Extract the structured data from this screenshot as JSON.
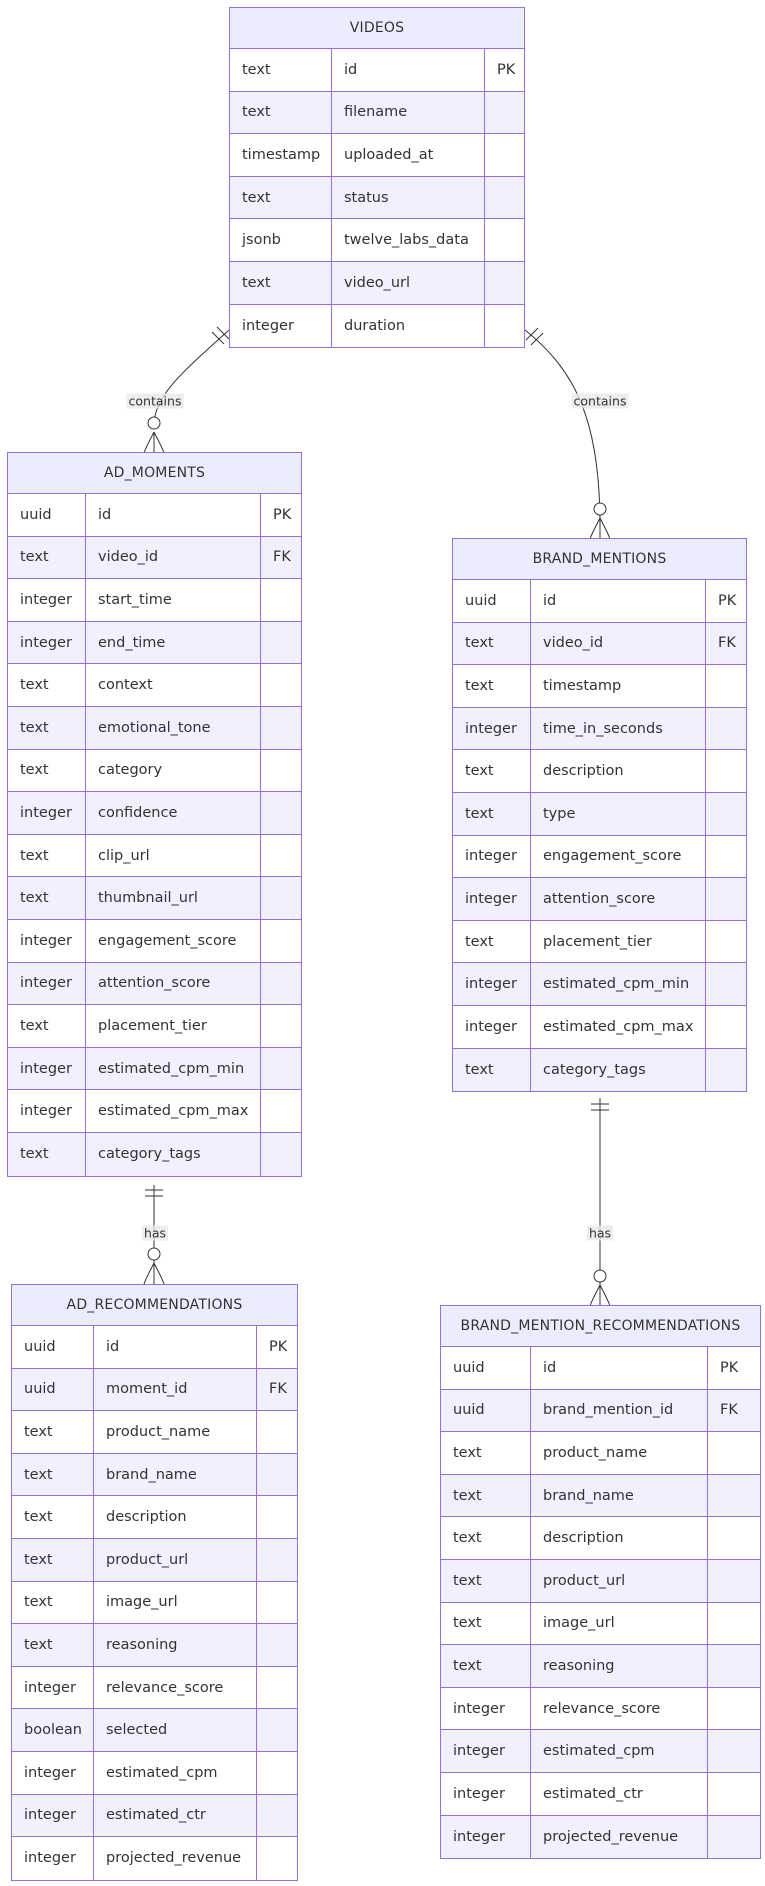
{
  "entities": [
    {
      "name": "VIDEOS",
      "attributes": [
        {
          "type": "text",
          "name": "id",
          "key": "PK"
        },
        {
          "type": "text",
          "name": "filename",
          "key": ""
        },
        {
          "type": "timestamp",
          "name": "uploaded_at",
          "key": ""
        },
        {
          "type": "text",
          "name": "status",
          "key": ""
        },
        {
          "type": "jsonb",
          "name": "twelve_labs_data",
          "key": ""
        },
        {
          "type": "text",
          "name": "video_url",
          "key": ""
        },
        {
          "type": "integer",
          "name": "duration",
          "key": ""
        }
      ]
    },
    {
      "name": "AD_MOMENTS",
      "attributes": [
        {
          "type": "uuid",
          "name": "id",
          "key": "PK"
        },
        {
          "type": "text",
          "name": "video_id",
          "key": "FK"
        },
        {
          "type": "integer",
          "name": "start_time",
          "key": ""
        },
        {
          "type": "integer",
          "name": "end_time",
          "key": ""
        },
        {
          "type": "text",
          "name": "context",
          "key": ""
        },
        {
          "type": "text",
          "name": "emotional_tone",
          "key": ""
        },
        {
          "type": "text",
          "name": "category",
          "key": ""
        },
        {
          "type": "integer",
          "name": "confidence",
          "key": ""
        },
        {
          "type": "text",
          "name": "clip_url",
          "key": ""
        },
        {
          "type": "text",
          "name": "thumbnail_url",
          "key": ""
        },
        {
          "type": "integer",
          "name": "engagement_score",
          "key": ""
        },
        {
          "type": "integer",
          "name": "attention_score",
          "key": ""
        },
        {
          "type": "text",
          "name": "placement_tier",
          "key": ""
        },
        {
          "type": "integer",
          "name": "estimated_cpm_min",
          "key": ""
        },
        {
          "type": "integer",
          "name": "estimated_cpm_max",
          "key": ""
        },
        {
          "type": "text",
          "name": "category_tags",
          "key": ""
        }
      ]
    },
    {
      "name": "BRAND_MENTIONS",
      "attributes": [
        {
          "type": "uuid",
          "name": "id",
          "key": "PK"
        },
        {
          "type": "text",
          "name": "video_id",
          "key": "FK"
        },
        {
          "type": "text",
          "name": "timestamp",
          "key": ""
        },
        {
          "type": "integer",
          "name": "time_in_seconds",
          "key": ""
        },
        {
          "type": "text",
          "name": "description",
          "key": ""
        },
        {
          "type": "text",
          "name": "type",
          "key": ""
        },
        {
          "type": "integer",
          "name": "engagement_score",
          "key": ""
        },
        {
          "type": "integer",
          "name": "attention_score",
          "key": ""
        },
        {
          "type": "text",
          "name": "placement_tier",
          "key": ""
        },
        {
          "type": "integer",
          "name": "estimated_cpm_min",
          "key": ""
        },
        {
          "type": "integer",
          "name": "estimated_cpm_max",
          "key": ""
        },
        {
          "type": "text",
          "name": "category_tags",
          "key": ""
        }
      ]
    },
    {
      "name": "AD_RECOMMENDATIONS",
      "attributes": [
        {
          "type": "uuid",
          "name": "id",
          "key": "PK"
        },
        {
          "type": "uuid",
          "name": "moment_id",
          "key": "FK"
        },
        {
          "type": "text",
          "name": "product_name",
          "key": ""
        },
        {
          "type": "text",
          "name": "brand_name",
          "key": ""
        },
        {
          "type": "text",
          "name": "description",
          "key": ""
        },
        {
          "type": "text",
          "name": "product_url",
          "key": ""
        },
        {
          "type": "text",
          "name": "image_url",
          "key": ""
        },
        {
          "type": "text",
          "name": "reasoning",
          "key": ""
        },
        {
          "type": "integer",
          "name": "relevance_score",
          "key": ""
        },
        {
          "type": "boolean",
          "name": "selected",
          "key": ""
        },
        {
          "type": "integer",
          "name": "estimated_cpm",
          "key": ""
        },
        {
          "type": "integer",
          "name": "estimated_ctr",
          "key": ""
        },
        {
          "type": "integer",
          "name": "projected_revenue",
          "key": ""
        }
      ]
    },
    {
      "name": "BRAND_MENTION_RECOMMENDATIONS",
      "attributes": [
        {
          "type": "uuid",
          "name": "id",
          "key": "PK"
        },
        {
          "type": "uuid",
          "name": "brand_mention_id",
          "key": "FK"
        },
        {
          "type": "text",
          "name": "product_name",
          "key": ""
        },
        {
          "type": "text",
          "name": "brand_name",
          "key": ""
        },
        {
          "type": "text",
          "name": "description",
          "key": ""
        },
        {
          "type": "text",
          "name": "product_url",
          "key": ""
        },
        {
          "type": "text",
          "name": "image_url",
          "key": ""
        },
        {
          "type": "text",
          "name": "reasoning",
          "key": ""
        },
        {
          "type": "integer",
          "name": "relevance_score",
          "key": ""
        },
        {
          "type": "integer",
          "name": "estimated_cpm",
          "key": ""
        },
        {
          "type": "integer",
          "name": "estimated_ctr",
          "key": ""
        },
        {
          "type": "integer",
          "name": "projected_revenue",
          "key": ""
        }
      ]
    }
  ],
  "relationships": [
    {
      "from": "VIDEOS",
      "to": "AD_MOMENTS",
      "label": "contains",
      "from_card": "exactly-one",
      "to_card": "zero-or-many"
    },
    {
      "from": "VIDEOS",
      "to": "BRAND_MENTIONS",
      "label": "contains",
      "from_card": "exactly-one",
      "to_card": "zero-or-many"
    },
    {
      "from": "AD_MOMENTS",
      "to": "AD_RECOMMENDATIONS",
      "label": "has",
      "from_card": "exactly-one",
      "to_card": "zero-or-many"
    },
    {
      "from": "BRAND_MENTIONS",
      "to": "BRAND_MENTION_RECOMMENDATIONS",
      "label": "has",
      "from_card": "exactly-one",
      "to_card": "zero-or-many"
    }
  ],
  "colors": {
    "entity_border": "#9370DB",
    "entity_header": "#ECECFF",
    "row_even": "#F0F0FF",
    "row_odd": "#FFFFFF",
    "edge": "#333333",
    "label_background": "#E8E8E8"
  }
}
